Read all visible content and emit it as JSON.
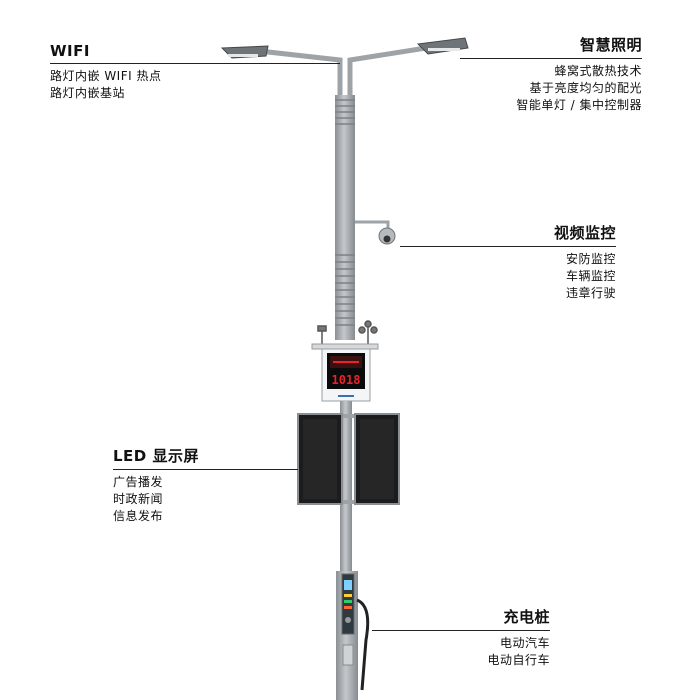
{
  "features": {
    "wifi": {
      "title": "WIFI",
      "lines": [
        "路灯内嵌 WIFI 热点",
        "路灯内嵌基站"
      ]
    },
    "lighting": {
      "title": "智慧照明",
      "lines": [
        "蜂窝式散热技术",
        "基于亮度均匀的配光",
        "智能单灯 / 集中控制器"
      ]
    },
    "video": {
      "title": "视频监控",
      "lines": [
        "安防监控",
        "车辆监控",
        "违章行驶"
      ]
    },
    "led": {
      "title": "LED 显示屏",
      "lines": [
        "广告播发",
        "时政新闻",
        "信息发布"
      ]
    },
    "charging": {
      "title": "充电桩",
      "lines": [
        "电动汽车",
        "电动自行车"
      ]
    }
  },
  "env_display": {
    "reading": "1018"
  },
  "colors": {
    "pole": "#9ea3a8",
    "led_digits": "#e8232a",
    "panel": "#1c1c1c"
  }
}
